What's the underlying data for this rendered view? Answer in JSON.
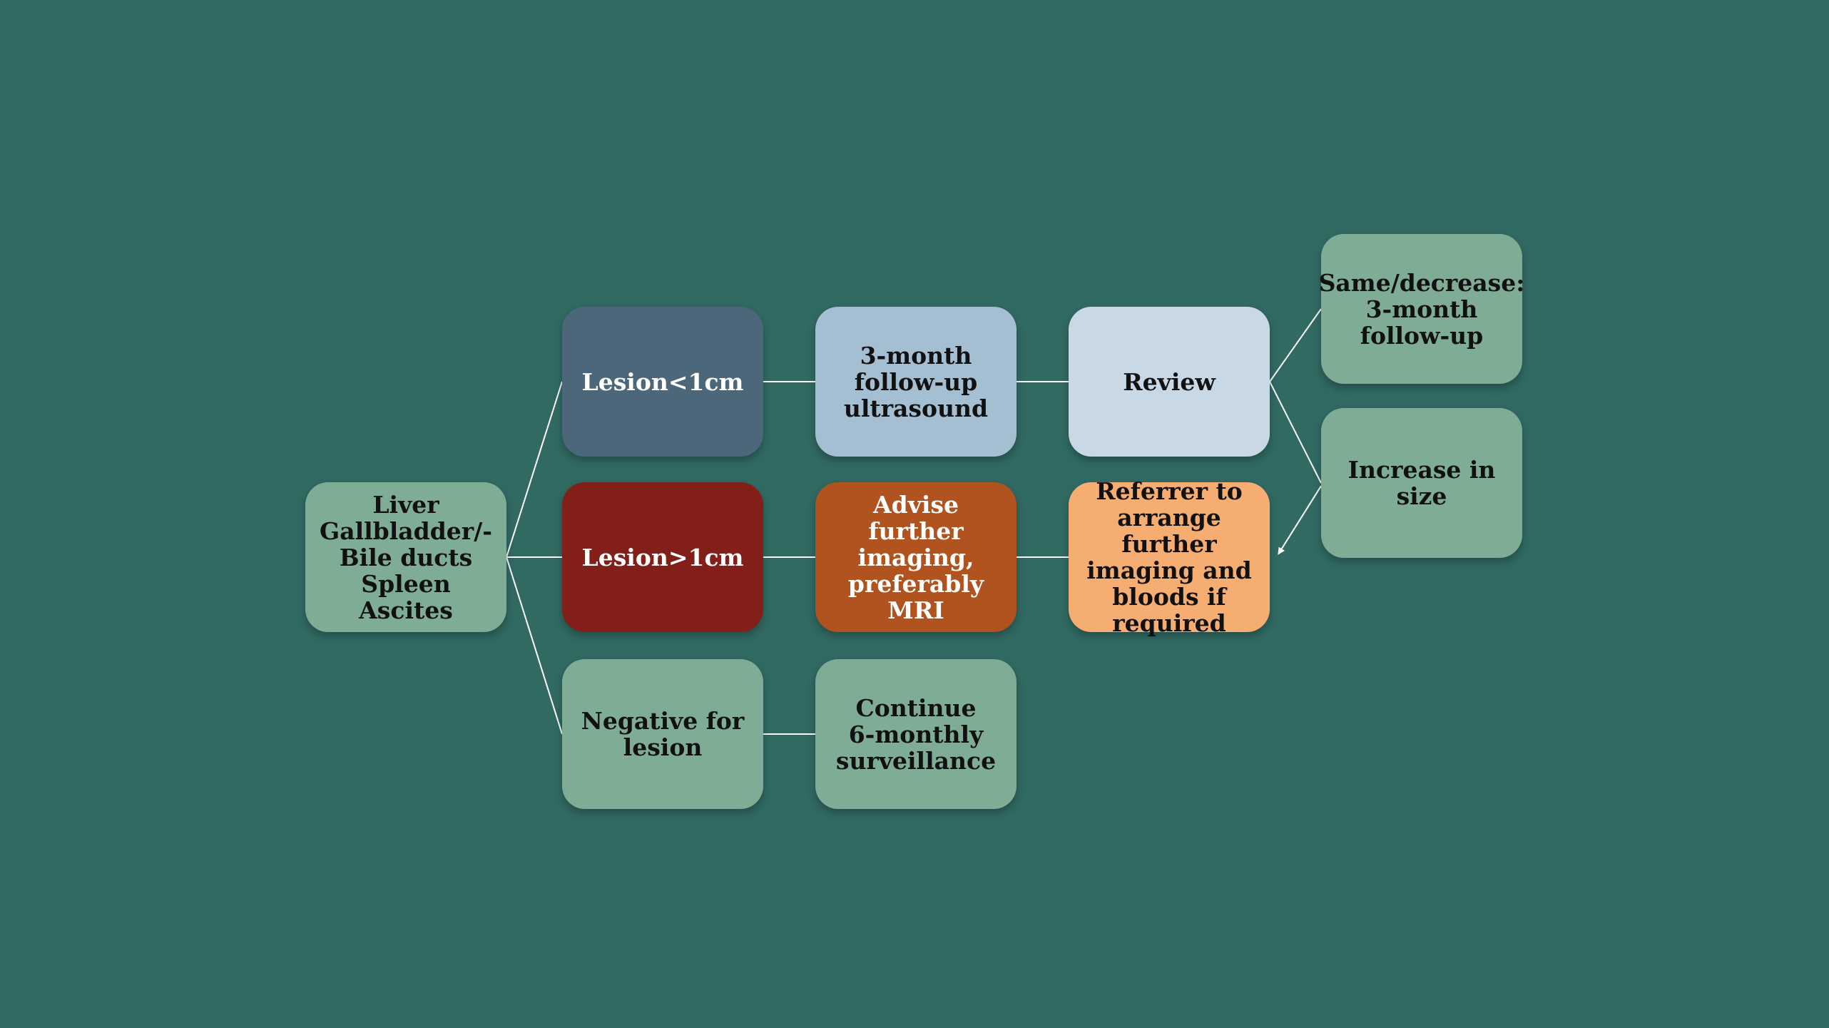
{
  "diagram": {
    "nodes": [
      {
        "id": "root",
        "name": "node-organs",
        "label": "Liver\nGallbladder/-\nBile ducts\nSpleen\nAscites",
        "fill": "#7fac95",
        "text_color": "#111111"
      },
      {
        "id": "lesion_small",
        "name": "node-lesion-under-1cm",
        "label": "Lesion<1cm",
        "fill": "#4b6779",
        "text_color": "#ffffff"
      },
      {
        "id": "lesion_large",
        "name": "node-lesion-over-1cm",
        "label": "Lesion>1cm",
        "fill": "#821f19",
        "text_color": "#ffffff"
      },
      {
        "id": "negative",
        "name": "node-negative-for-lesion",
        "label": "Negative for\nlesion",
        "fill": "#7fac95",
        "text_color": "#111111"
      },
      {
        "id": "followup_us",
        "name": "node-3-month-ultrasound",
        "label": "3-month\nfollow-up\nultrasound",
        "fill": "#a4bfd1",
        "text_color": "#111111"
      },
      {
        "id": "advise_mri",
        "name": "node-advise-mri",
        "label": "Advise further\nimaging,\npreferably MRI",
        "fill": "#b1531e",
        "text_color": "#ffffff"
      },
      {
        "id": "continue",
        "name": "node-continue-surveillance",
        "label": "Continue\n6-monthly\nsurveillance",
        "fill": "#7fac95",
        "text_color": "#111111"
      },
      {
        "id": "review",
        "name": "node-review",
        "label": "Review",
        "fill": "#c8d8e4",
        "text_color": "#111111"
      },
      {
        "id": "referrer",
        "name": "node-referrer-arrange-imaging",
        "label": "Referrer to\narrange further\nimaging and\nbloods if\nrequired",
        "fill": "#f5ad72",
        "text_color": "#111111"
      },
      {
        "id": "same",
        "name": "node-same-or-decrease",
        "label": "Same/decrease:\n3-month\nfollow-up",
        "fill": "#7fac95",
        "text_color": "#111111"
      },
      {
        "id": "increase",
        "name": "node-increase-in-size",
        "label": "Increase in\nsize",
        "fill": "#7fac95",
        "text_color": "#111111"
      }
    ],
    "edges": [
      {
        "from": "root",
        "to": "lesion_small",
        "arrow": false
      },
      {
        "from": "root",
        "to": "lesion_large",
        "arrow": false
      },
      {
        "from": "root",
        "to": "negative",
        "arrow": false
      },
      {
        "from": "lesion_small",
        "to": "followup_us",
        "arrow": false
      },
      {
        "from": "lesion_large",
        "to": "advise_mri",
        "arrow": false
      },
      {
        "from": "negative",
        "to": "continue",
        "arrow": false
      },
      {
        "from": "followup_us",
        "to": "review",
        "arrow": false
      },
      {
        "from": "advise_mri",
        "to": "referrer",
        "arrow": false
      },
      {
        "from": "review",
        "to": "same",
        "arrow": false
      },
      {
        "from": "review",
        "to": "increase",
        "arrow": false
      },
      {
        "from": "increase",
        "to": "referrer",
        "arrow": true
      }
    ],
    "line_color": "#ffffff"
  }
}
